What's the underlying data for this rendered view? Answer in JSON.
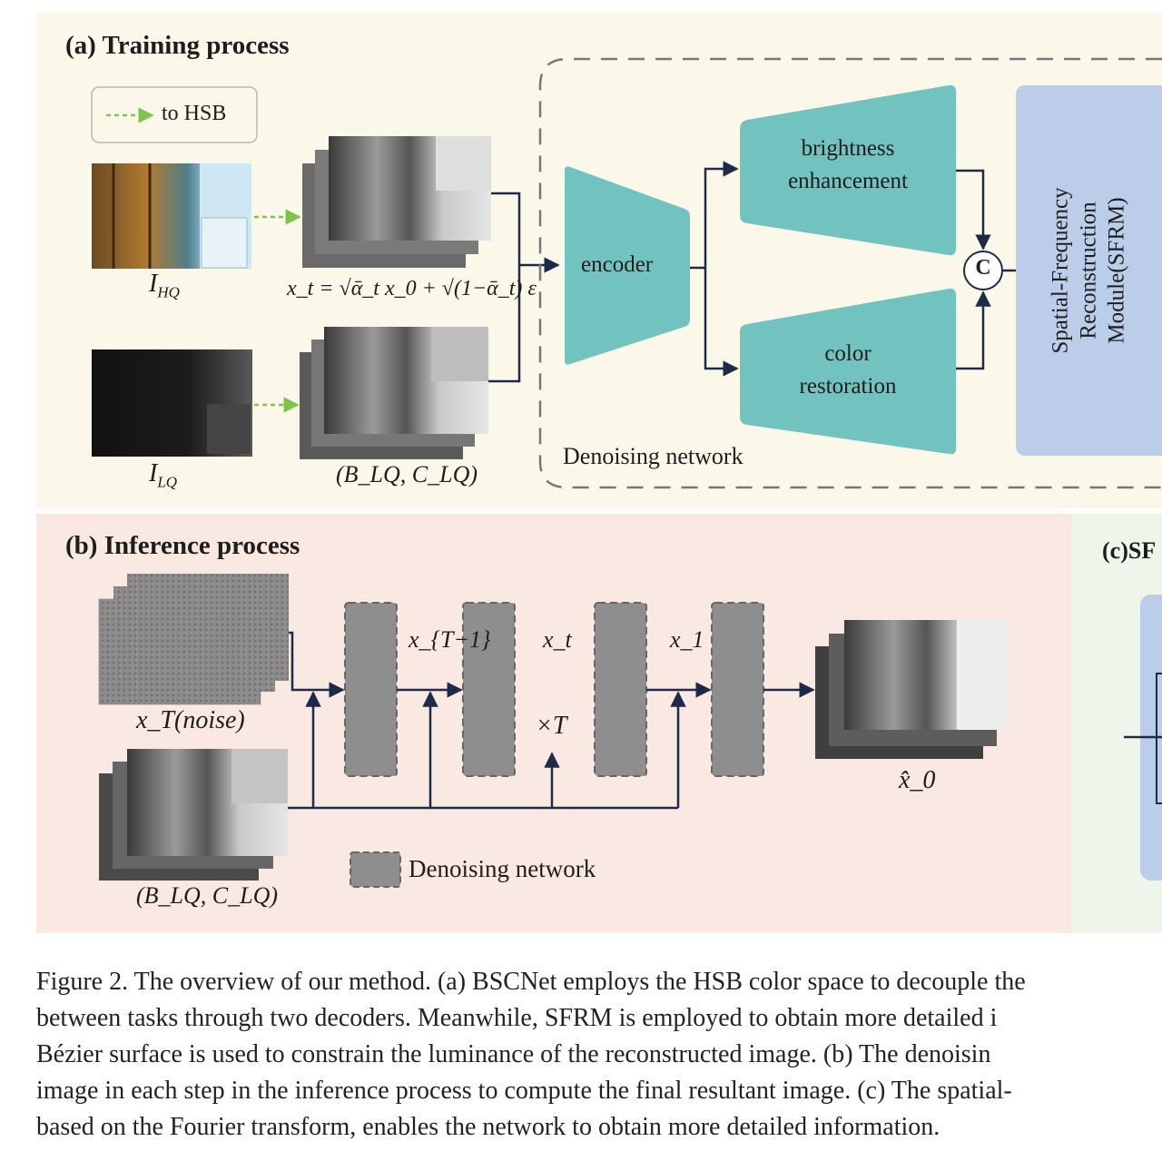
{
  "panel_a": {
    "title": "(a) Training process",
    "legend_label": "to HSB",
    "label_hq": "I",
    "label_hq_sub": "HQ",
    "label_lq": "I",
    "label_lq_sub": "LQ",
    "forward_eq": "x_t = √ᾱ_t x_0 + √(1−ᾱ_t) ε",
    "lq_pair": "(B_LQ, C_LQ)",
    "encoder": "encoder",
    "brightness_line1": "brightness",
    "brightness_line2": "enhancement",
    "color_line1": "color",
    "color_line2": "restoration",
    "concat": "C",
    "sfrm_line1": "Spatial-Frequency",
    "sfrm_line2": "Reconstruction",
    "sfrm_line3": "Module(SFRM)",
    "denoising_network": "Denoising network"
  },
  "panel_b": {
    "title": "(b) Inference process",
    "noise_label": "x_T(noise)",
    "x_t_minus_1": "x_{T−1}",
    "x_t": "x_t",
    "x_1": "x_1",
    "times_t": "×T",
    "output_label": "x̂_0",
    "lq_pair": "(B_LQ, C_LQ)",
    "legend_label": "Denoising network"
  },
  "panel_c": {
    "title": "(c)SF"
  },
  "caption": {
    "line1": "Figure 2. The overview of our method. (a) BSCNet employs the HSB color space to decouple the",
    "line2": "between tasks through two decoders. Meanwhile, SFRM is employed to obtain more detailed i",
    "line3": "Bézier surface is used to constrain the luminance of the reconstructed image. (b) The denoisin",
    "line4": "image in each step in the inference process to compute the final resultant image. (c) The spatial-",
    "line5": "based on the Fourier transform, enables the network to obtain more detailed information."
  },
  "colors": {
    "panel_a_bg": "#fbf8ea",
    "panel_b_bg": "#fae9e2",
    "panel_c_bg": "#eef5ea",
    "teal": "#72c3bf",
    "sfrm_blue": "#bccde9",
    "arrow": "#1e2a4a",
    "legend_green": "#7cc44a",
    "gray_block": "#8e8e8e"
  }
}
